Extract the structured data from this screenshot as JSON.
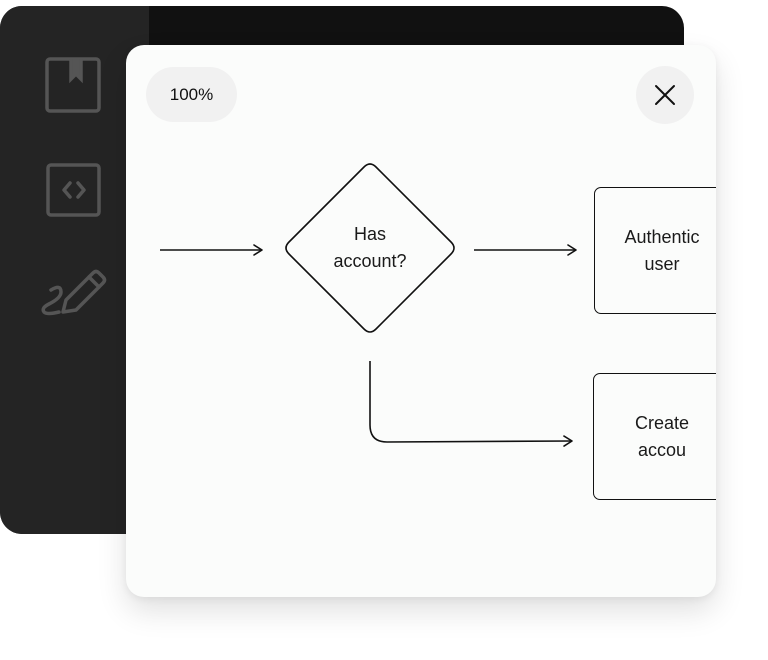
{
  "zoom": {
    "label": "100%"
  },
  "sidebar": {
    "icons": [
      "bookmark-icon",
      "code-icon",
      "pen-icon"
    ]
  },
  "flowchart": {
    "decision": {
      "line1": "Has",
      "line2": "account?"
    },
    "authenticate": {
      "line1": "Authentic",
      "line2": "user"
    },
    "create": {
      "line1": "Create",
      "line2": "accou"
    }
  },
  "colors": {
    "background_window": "#111111",
    "background_sidebar": "#242424",
    "sidebar_icon": "#555555",
    "modal": "#fbfcfb",
    "pill": "#f1f1f1",
    "stroke": "#111111"
  }
}
